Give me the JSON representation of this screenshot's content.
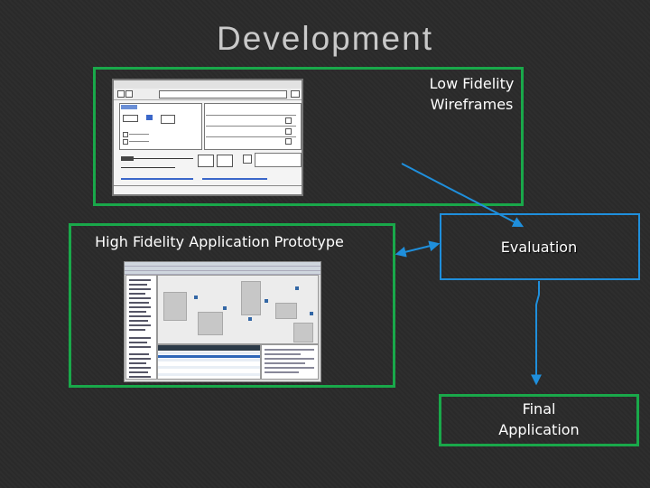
{
  "title": "Development",
  "nodes": {
    "low_fidelity": {
      "label": "Low Fidelity Wireframes",
      "line1": "Low Fidelity",
      "line2": "Wireframes"
    },
    "high_fidelity": {
      "label": "High Fidelity Application Prototype"
    },
    "evaluation": {
      "label": "Evaluation"
    },
    "final": {
      "label": "Final Application",
      "line1": "Final",
      "line2": "Application"
    }
  },
  "colors": {
    "stage_border": "#19a84a",
    "evaluation_border": "#1f8fdc",
    "arrow": "#1f8fdc",
    "background": "#2b2b2b"
  },
  "edges": [
    {
      "from": "low_fidelity",
      "to": "evaluation",
      "style": "single-arrow"
    },
    {
      "from": "high_fidelity",
      "to": "evaluation",
      "style": "double-arrow"
    },
    {
      "from": "evaluation",
      "to": "final",
      "style": "elbow-arrow"
    }
  ]
}
